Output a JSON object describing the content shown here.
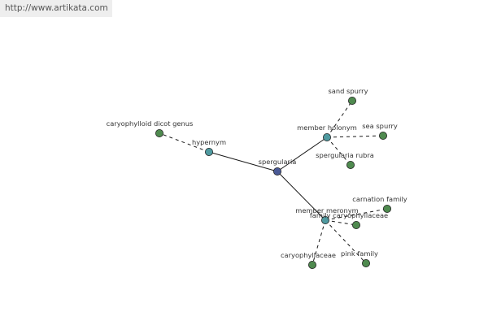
{
  "watermark": "http://www.artikata.com",
  "colors": {
    "center": "#4a5a96",
    "relation": "#4f9aa0",
    "leaf": "#4f8a4f",
    "edge": "#1a1a1a",
    "node_stroke": "#222222"
  },
  "nodes": {
    "center": {
      "label": "spergularia",
      "kind": "center"
    },
    "hypernym": {
      "label": "hypernym",
      "kind": "relation"
    },
    "member_holonym": {
      "label": "member holonym",
      "kind": "relation"
    },
    "member_meronym": {
      "label": "member meronym",
      "kind": "relation"
    },
    "caryophylloid_dicot_genus": {
      "label": "caryophylloid dicot genus",
      "kind": "leaf"
    },
    "sand_spurry": {
      "label": "sand spurry",
      "kind": "leaf"
    },
    "sea_spurry": {
      "label": "sea spurry",
      "kind": "leaf"
    },
    "spergularia_rubra": {
      "label": "spergularia rubra",
      "kind": "leaf"
    },
    "carnation_family": {
      "label": "carnation family",
      "kind": "leaf"
    },
    "family_caryophyllaceae": {
      "label": "family caryophyllaceae",
      "kind": "leaf"
    },
    "caryophyllaceae": {
      "label": "caryophyllaceae",
      "kind": "leaf"
    },
    "pink_family": {
      "label": "pink family",
      "kind": "leaf"
    }
  },
  "edges": [
    {
      "from": "center",
      "to": "hypernym",
      "style": "solid"
    },
    {
      "from": "center",
      "to": "member_holonym",
      "style": "solid"
    },
    {
      "from": "center",
      "to": "member_meronym",
      "style": "solid"
    },
    {
      "from": "hypernym",
      "to": "caryophylloid_dicot_genus",
      "style": "dashed"
    },
    {
      "from": "member_holonym",
      "to": "sand_spurry",
      "style": "dashed"
    },
    {
      "from": "member_holonym",
      "to": "sea_spurry",
      "style": "dashed"
    },
    {
      "from": "member_holonym",
      "to": "spergularia_rubra",
      "style": "dashed"
    },
    {
      "from": "member_meronym",
      "to": "carnation_family",
      "style": "dashed"
    },
    {
      "from": "member_meronym",
      "to": "family_caryophyllaceae",
      "style": "dashed"
    },
    {
      "from": "member_meronym",
      "to": "caryophyllaceae",
      "style": "dashed"
    },
    {
      "from": "member_meronym",
      "to": "pink_family",
      "style": "dashed"
    }
  ]
}
